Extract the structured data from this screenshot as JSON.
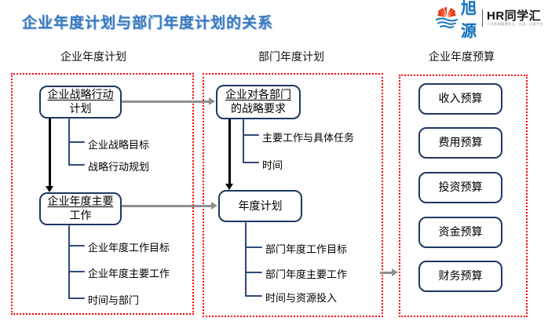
{
  "slide": {
    "title": "企业年度计划与部门年度计划的关系",
    "logo": {
      "icon": "sun-waves-icon",
      "brand_cn": "旭源",
      "brand_hr": "HR同学汇",
      "tagline": "人力资源管理学习、交流、分享平台"
    },
    "colors": {
      "title_blue": "#3a79be",
      "box_border_navy": "#1f3864",
      "tree_line_navy": "#2e4a77",
      "dotted_red": "#ff0000",
      "arrow_gray": "#8f8f8f",
      "arrow_black": "#000000",
      "brand_blue": "#1573be"
    },
    "columns": [
      {
        "header": "企业年度计划",
        "nodes": [
          {
            "line1": "企业战略行动",
            "line2": "计划",
            "children": [
              "企业战略目标",
              "战略行动规划"
            ]
          },
          {
            "line1": "企业年度主要",
            "line2": "工作",
            "children": [
              "企业年度工作目标",
              "企业年度主要工作",
              "时间与部门"
            ]
          }
        ]
      },
      {
        "header": "部门年度计划",
        "nodes": [
          {
            "line1": "企业对各部门",
            "line2": "的战略要求",
            "children": [
              "主要工作与具体任务",
              "时间"
            ]
          },
          {
            "label": "年度计划",
            "children": [
              "部门年度工作目标",
              "部门年度主要工作",
              "时间与资源投入"
            ]
          }
        ]
      },
      {
        "header": "企业年度预算",
        "nodes": [
          {
            "label": "收入预算"
          },
          {
            "label": "费用预算"
          },
          {
            "label": "投资预算"
          },
          {
            "label": "资金预算"
          },
          {
            "label": "财务预算"
          }
        ]
      }
    ]
  }
}
